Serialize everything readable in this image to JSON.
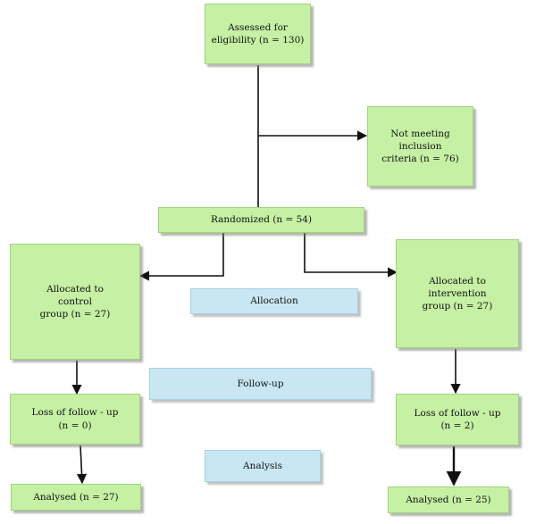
{
  "diagram": {
    "boxes": {
      "assessed": "Assessed for\neligibility (n = 130)",
      "excluded": "Not meeting\ninclusion\ncriteria (n = 76)",
      "randomized": "Randomized (n = 54)",
      "control": "Allocated to\ncontrol\ngroup (n = 27)",
      "intervention": "Allocated to\nintervention\ngroup (n = 27)",
      "control_loss": "Loss of follow - up\n(n = 0)",
      "intervention_loss": "Loss of follow - up\n(n = 2)",
      "control_analysed": "Analysed (n = 27)",
      "intervention_analysed": "Analysed (n = 25)"
    },
    "stages": {
      "allocation": "Allocation",
      "follow_up": "Follow-up",
      "analysis": "Analysis"
    },
    "colors": {
      "box_fill": "#c6f0a4",
      "stage_fill": "#c8e7f3",
      "line": "#111111"
    }
  }
}
